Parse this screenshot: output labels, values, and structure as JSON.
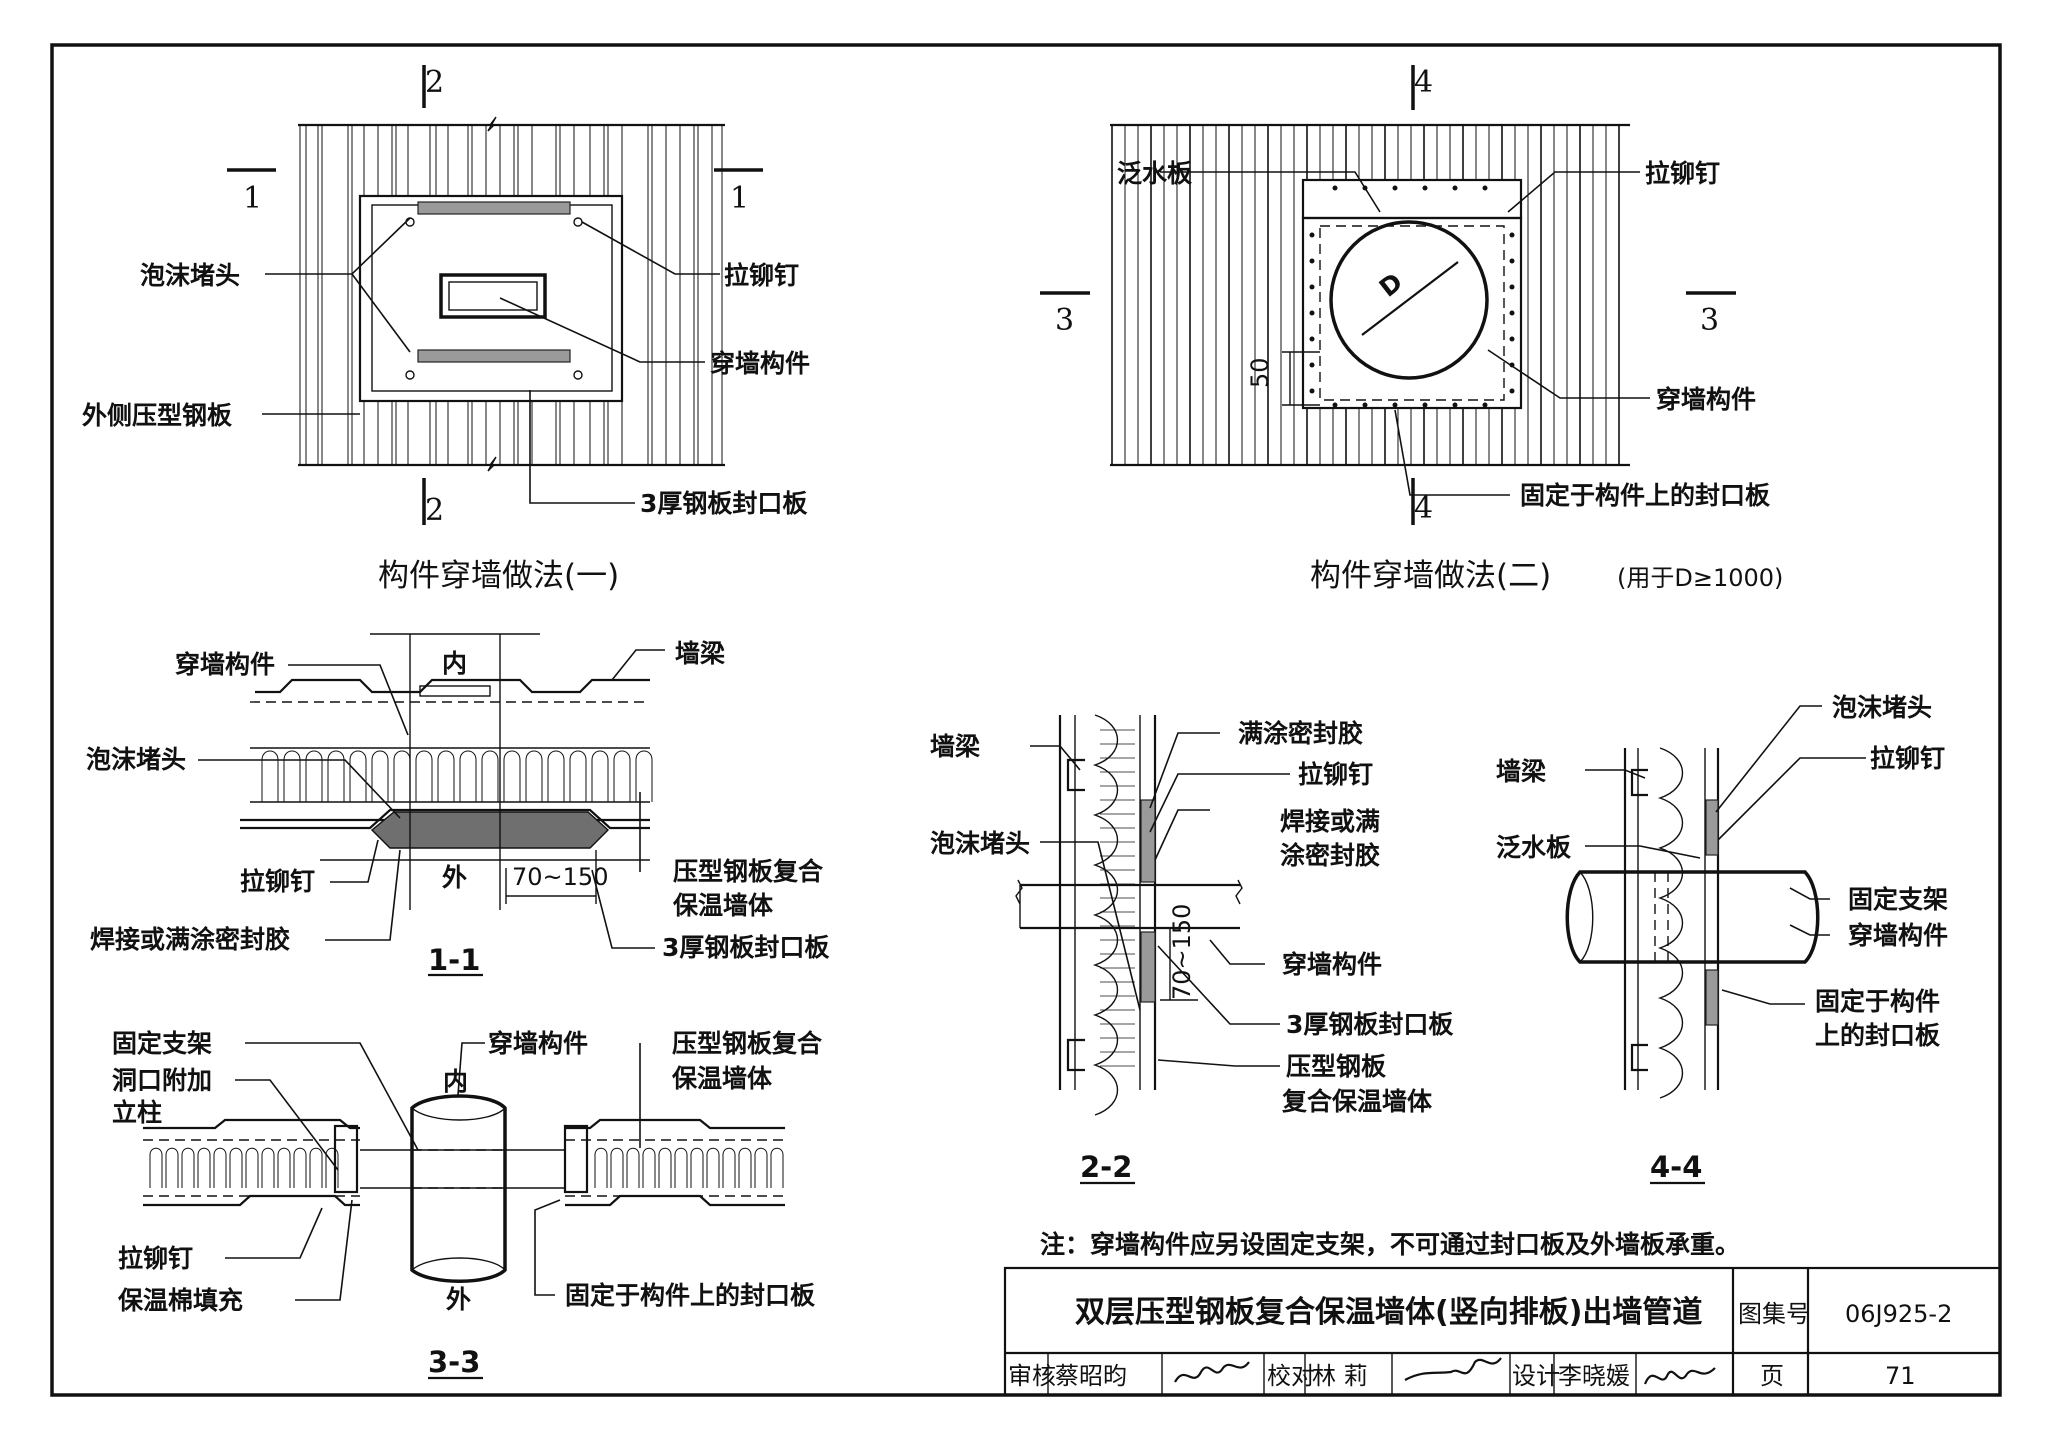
{
  "plan_one": {
    "caption": "构件穿墙做法(一)",
    "labels": {
      "foam_plug": "泡沫堵头",
      "rivet": "拉铆钉",
      "penetrating_member": "穿墙构件",
      "outer_steel_sheet": "外侧压型钢板",
      "seal_plate": "3厚钢板封口板"
    },
    "section_marks": [
      "1",
      "1",
      "2",
      "2"
    ]
  },
  "plan_two": {
    "caption": "构件穿墙做法(二)",
    "caption_note": "(用于D≥1000)",
    "labels": {
      "flashing": "泛水板",
      "rivet": "拉铆钉",
      "penetrating_member": "穿墙构件",
      "seal_plate_fixed": "固定于构件上的封口板",
      "dim_50": "50",
      "diameter": "D"
    },
    "section_marks": [
      "3",
      "3",
      "4",
      "4"
    ]
  },
  "section_1_1": {
    "title": "1-1",
    "labels": {
      "penetrating_member": "穿墙构件",
      "wall_beam": "墙梁",
      "inside": "内",
      "foam_plug": "泡沫堵头",
      "rivet": "拉铆钉",
      "outside": "外",
      "dim": "70~150",
      "welded_or_sealant": "焊接或满涂密封胶",
      "composite_wall": "压型钢板复合",
      "composite_wall_2": "保温墙体",
      "seal_plate": "3厚钢板封口板"
    }
  },
  "section_2_2": {
    "title": "2-2",
    "labels": {
      "wall_beam": "墙梁",
      "full_sealant": "满涂密封胶",
      "rivet": "拉铆钉",
      "welded_1": "焊接或满",
      "welded_2": "涂密封胶",
      "foam_plug": "泡沫堵头",
      "penetrating_member": "穿墙构件",
      "seal_plate": "3厚钢板封口板",
      "composite_1": "压型钢板",
      "composite_2": "复合保温墙体",
      "dim": "70~150"
    }
  },
  "section_3_3": {
    "title": "3-3",
    "labels": {
      "fixed_bracket": "固定支架",
      "opening_post_1": "洞口附加",
      "opening_post_2": "立柱",
      "penetrating_member": "穿墙构件",
      "inside": "内",
      "composite_1": "压型钢板复合",
      "composite_2": "保温墙体",
      "rivet": "拉铆钉",
      "insulation_fill": "保温棉填充",
      "outside": "外",
      "seal_plate_fixed": "固定于构件上的封口板"
    }
  },
  "section_4_4": {
    "title": "4-4",
    "labels": {
      "foam_plug": "泡沫堵头",
      "rivet": "拉铆钉",
      "wall_beam": "墙梁",
      "flashing": "泛水板",
      "fixed_bracket": "固定支架",
      "penetrating_member": "穿墙构件",
      "seal_plate_1": "固定于构件",
      "seal_plate_2": "上的封口板"
    }
  },
  "note": "注：穿墙构件应另设固定支架，不可通过封口板及外墙板承重。",
  "title_block": {
    "title": "双层压型钢板复合保温墙体(竖向排板)出墙管道",
    "atlas_label": "图集号",
    "atlas_no": "06J925-2",
    "review_label": "审核",
    "reviewer": "蔡昭昀",
    "check_label": "校对",
    "checker": "林 莉",
    "design_label": "设计",
    "designer": "李晓媛",
    "page_label": "页",
    "page_no": "71"
  }
}
